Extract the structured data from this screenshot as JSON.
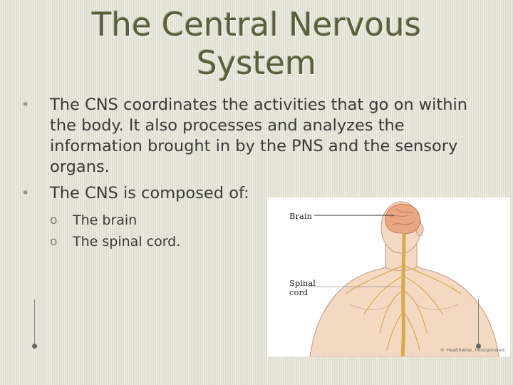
{
  "title": {
    "line1": "The Central Nervous",
    "line2": "System"
  },
  "bullets": [
    {
      "marker": "•",
      "text": "The CNS coordinates the activities that go on within the body.  It also processes and analyzes the information brought in by the PNS and the sensory organs."
    },
    {
      "marker": "•",
      "text": "The CNS is composed of:"
    }
  ],
  "sub_items": [
    {
      "marker": "o",
      "text": "The brain"
    },
    {
      "marker": "o",
      "text": "The spinal cord."
    }
  ],
  "figure": {
    "label_brain": "Brain",
    "label_spinal_line1": "Spinal",
    "label_spinal_line2": "cord",
    "credit": "© Healthwise, Incorporated"
  },
  "colors": {
    "title": "#58613a",
    "background": "#e4e3d6",
    "skin": "#f3d8c2",
    "brain": "#e9a781",
    "spinal_cord": "#d9a94a"
  }
}
